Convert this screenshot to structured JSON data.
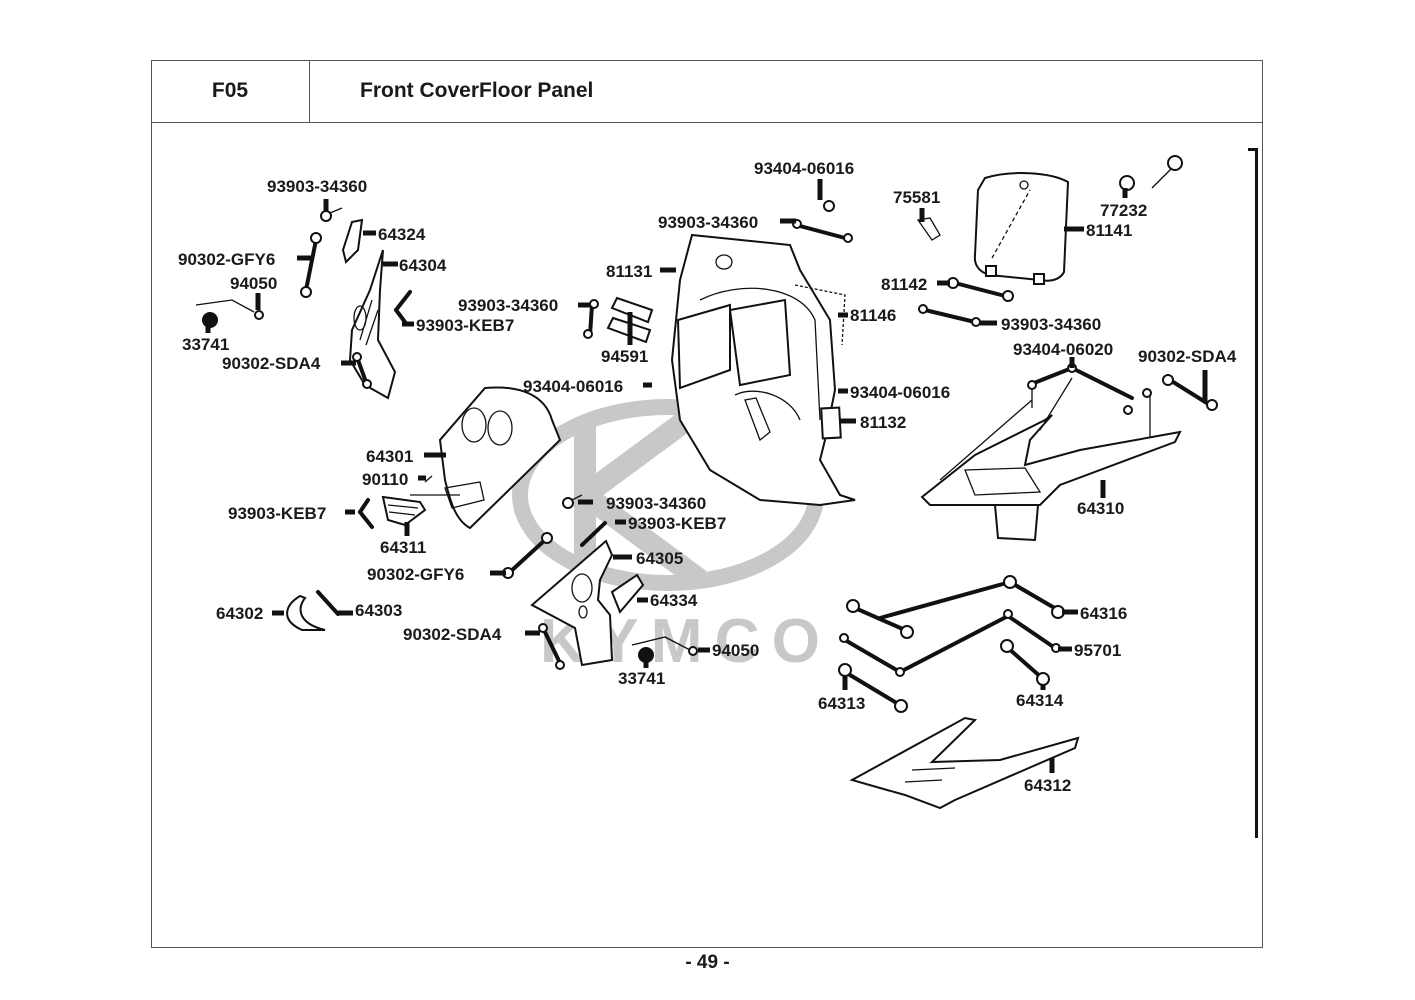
{
  "header": {
    "section_code": "F05",
    "title": "Front CoverFloor Panel"
  },
  "watermark": {
    "brand": "KYMCO",
    "icon": "kymco-k-logo"
  },
  "callouts": [
    {
      "id": "c1",
      "part_no": "93903-34360"
    },
    {
      "id": "c2",
      "part_no": "64324"
    },
    {
      "id": "c3",
      "part_no": "90302-GFY6"
    },
    {
      "id": "c4",
      "part_no": "64304"
    },
    {
      "id": "c5",
      "part_no": "94050"
    },
    {
      "id": "c6",
      "part_no": "33741"
    },
    {
      "id": "c7",
      "part_no": "93903-KEB7"
    },
    {
      "id": "c8",
      "part_no": "90302-SDA4"
    },
    {
      "id": "c9",
      "part_no": "93404-06016"
    },
    {
      "id": "c10",
      "part_no": "93903-34360"
    },
    {
      "id": "c11",
      "part_no": "81131"
    },
    {
      "id": "c12",
      "part_no": "93903-34360"
    },
    {
      "id": "c13",
      "part_no": "94591"
    },
    {
      "id": "c14",
      "part_no": "93404-06016"
    },
    {
      "id": "c15",
      "part_no": "81146"
    },
    {
      "id": "c16",
      "part_no": "75581"
    },
    {
      "id": "c17",
      "part_no": "81141"
    },
    {
      "id": "c18",
      "part_no": "77232"
    },
    {
      "id": "c19",
      "part_no": "81142"
    },
    {
      "id": "c20",
      "part_no": "93903-34360"
    },
    {
      "id": "c21",
      "part_no": "93404-06020"
    },
    {
      "id": "c22",
      "part_no": "90302-SDA4"
    },
    {
      "id": "c23",
      "part_no": "93404-06016"
    },
    {
      "id": "c24",
      "part_no": "81132"
    },
    {
      "id": "c25",
      "part_no": "64310"
    },
    {
      "id": "c26",
      "part_no": "64301"
    },
    {
      "id": "c27",
      "part_no": "90110"
    },
    {
      "id": "c28",
      "part_no": "93903-KEB7"
    },
    {
      "id": "c29",
      "part_no": "64311"
    },
    {
      "id": "c30",
      "part_no": "93903-34360"
    },
    {
      "id": "c31",
      "part_no": "93903-KEB7"
    },
    {
      "id": "c32",
      "part_no": "64305"
    },
    {
      "id": "c33",
      "part_no": "90302-GFY6"
    },
    {
      "id": "c34",
      "part_no": "64334"
    },
    {
      "id": "c35",
      "part_no": "64302"
    },
    {
      "id": "c36",
      "part_no": "64303"
    },
    {
      "id": "c37",
      "part_no": "90302-SDA4"
    },
    {
      "id": "c38",
      "part_no": "94050"
    },
    {
      "id": "c39",
      "part_no": "33741"
    },
    {
      "id": "c40",
      "part_no": "64316"
    },
    {
      "id": "c41",
      "part_no": "95701"
    },
    {
      "id": "c42",
      "part_no": "64313"
    },
    {
      "id": "c43",
      "part_no": "64314"
    },
    {
      "id": "c44",
      "part_no": "64312"
    }
  ],
  "footer": {
    "page_number": "- 49 -"
  }
}
